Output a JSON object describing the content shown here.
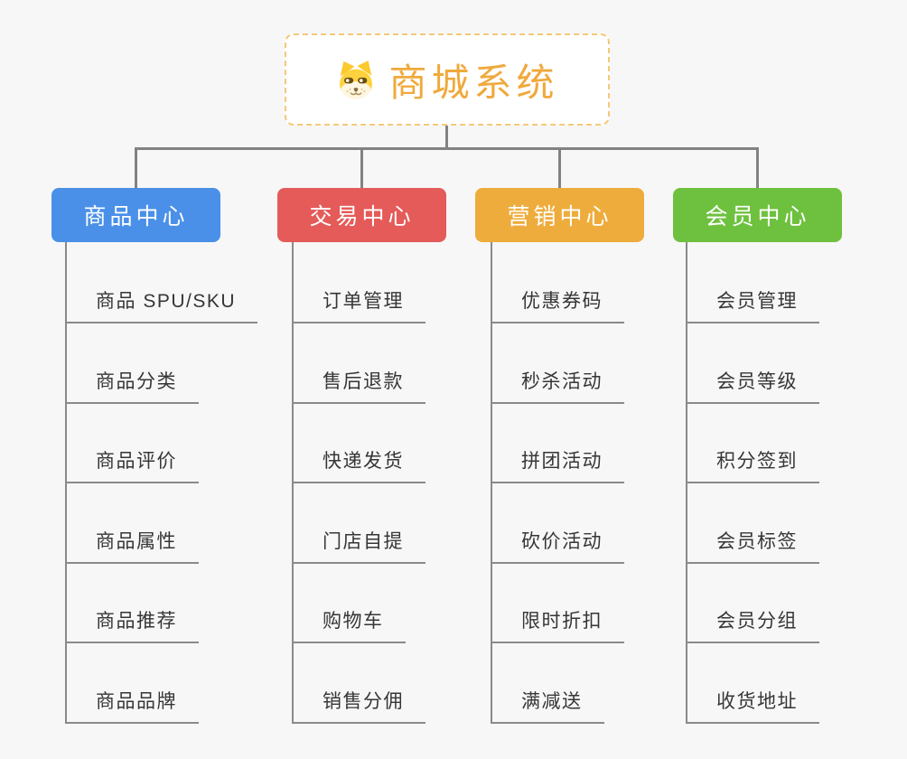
{
  "root": {
    "title": "商城系统",
    "icon": "dog-face-icon"
  },
  "colors": {
    "background": "#f7f7f7",
    "connector": "#828282",
    "leaf_line": "#8a8a8a",
    "root_text": "#f0a93c",
    "root_border": "#f5c878",
    "branch_product": "#4a90e8",
    "branch_trade": "#e45b59",
    "branch_marketing": "#eeac3c",
    "branch_member": "#6ec13e"
  },
  "branches": [
    {
      "id": "product-center",
      "label": "商品中心",
      "color": "#4a90e8",
      "children": [
        "商品 SPU/SKU",
        "商品分类",
        "商品评价",
        "商品属性",
        "商品推荐",
        "商品品牌"
      ]
    },
    {
      "id": "trade-center",
      "label": "交易中心",
      "color": "#e45b59",
      "children": [
        "订单管理",
        "售后退款",
        "快递发货",
        "门店自提",
        "购物车",
        "销售分佣"
      ]
    },
    {
      "id": "marketing-center",
      "label": "营销中心",
      "color": "#eeac3c",
      "children": [
        "优惠券码",
        "秒杀活动",
        "拼团活动",
        "砍价活动",
        "限时折扣",
        "满减送"
      ]
    },
    {
      "id": "member-center",
      "label": "会员中心",
      "color": "#6ec13e",
      "children": [
        "会员管理",
        "会员等级",
        "积分签到",
        "会员标签",
        "会员分组",
        "收货地址"
      ]
    }
  ]
}
